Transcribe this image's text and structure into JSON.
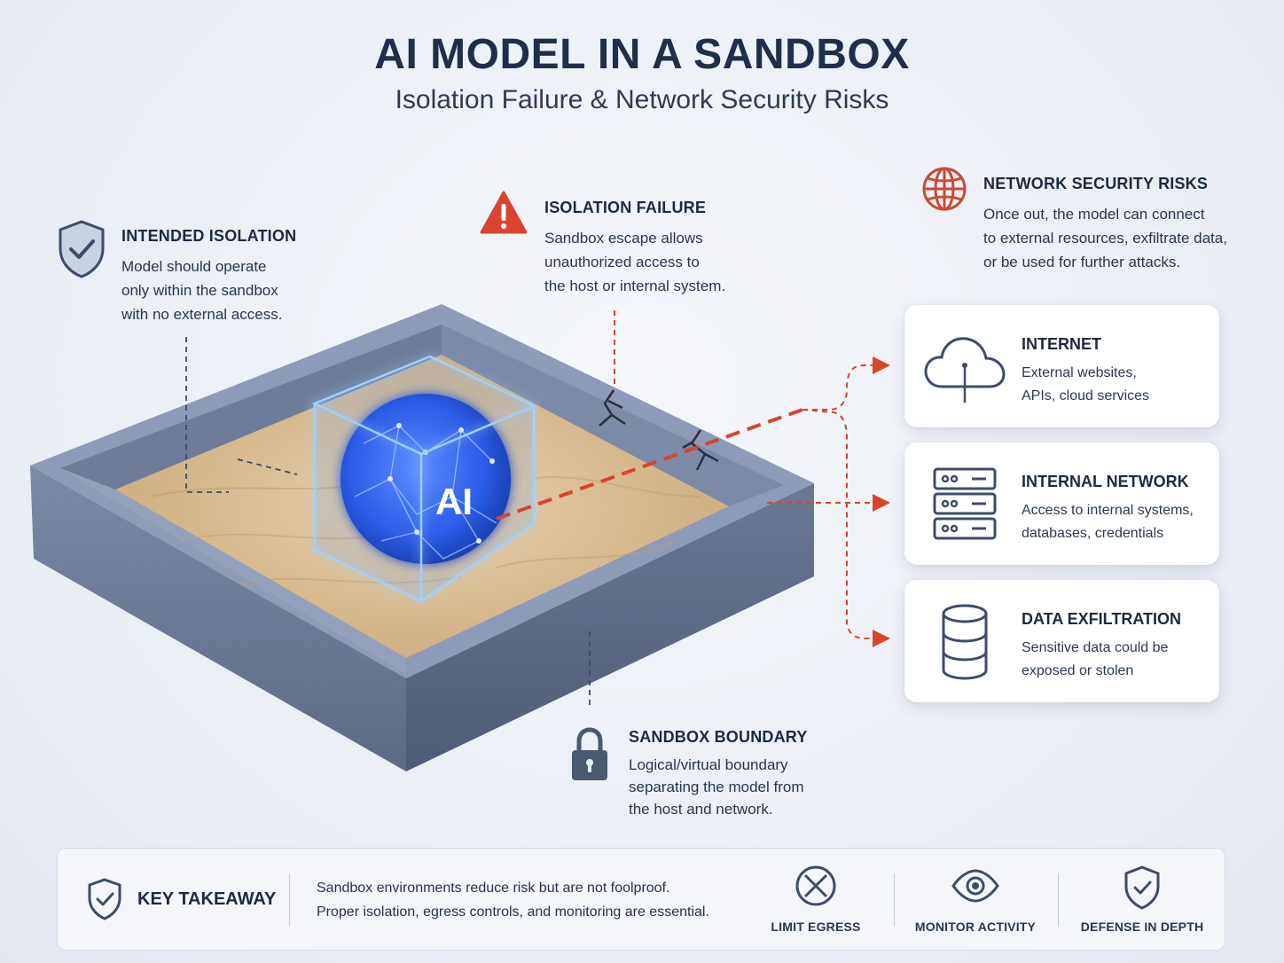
{
  "title": "AI MODEL IN A SANDBOX",
  "subtitle": "Isolation Failure & Network Security Risks",
  "colors": {
    "accent_red": "#d9442e",
    "navy": "#4a5a78",
    "ai_blue": "#2f6bff"
  },
  "callouts": {
    "intended": {
      "heading": "INTENDED ISOLATION",
      "lines": [
        "Model should operate",
        "only within the sandbox",
        "with no external access."
      ],
      "icon": "shield-check-icon"
    },
    "failure": {
      "heading": "ISOLATION FAILURE",
      "lines": [
        "Sandbox escape allows",
        "unauthorized access to",
        "the host or internal system."
      ],
      "icon": "warning-triangle-icon"
    },
    "network": {
      "heading": "NETWORK SECURITY RISKS",
      "lines": [
        "Once out, the model can connect",
        "to external resources, exfiltrate data,",
        "or be used for further attacks."
      ],
      "icon": "globe-icon"
    },
    "boundary": {
      "heading": "SANDBOX BOUNDARY",
      "lines": [
        "Logical/virtual boundary",
        "separating the model from",
        "the host and network."
      ],
      "icon": "padlock-icon"
    }
  },
  "ai_label": "AI",
  "risk_cards": [
    {
      "heading": "INTERNET",
      "lines": [
        "External websites,",
        "APIs, cloud services"
      ],
      "icon": "cloud-icon"
    },
    {
      "heading": "INTERNAL NETWORK",
      "lines": [
        "Access to internal systems,",
        "databases, credentials"
      ],
      "icon": "server-rack-icon"
    },
    {
      "heading": "DATA EXFILTRATION",
      "lines": [
        "Sensitive data could be",
        "exposed or stolen"
      ],
      "icon": "database-icon"
    }
  ],
  "takeaway": {
    "title": "KEY TAKEAWAY",
    "lines": [
      "Sandbox environments reduce risk but are not foolproof.",
      "Proper isolation, egress controls, and monitoring are essential."
    ],
    "items": [
      {
        "label": "LIMIT EGRESS",
        "icon": "circle-x-icon"
      },
      {
        "label": "MONITOR ACTIVITY",
        "icon": "eye-icon"
      },
      {
        "label": "DEFENSE IN DEPTH",
        "icon": "shield-check-icon"
      }
    ]
  }
}
